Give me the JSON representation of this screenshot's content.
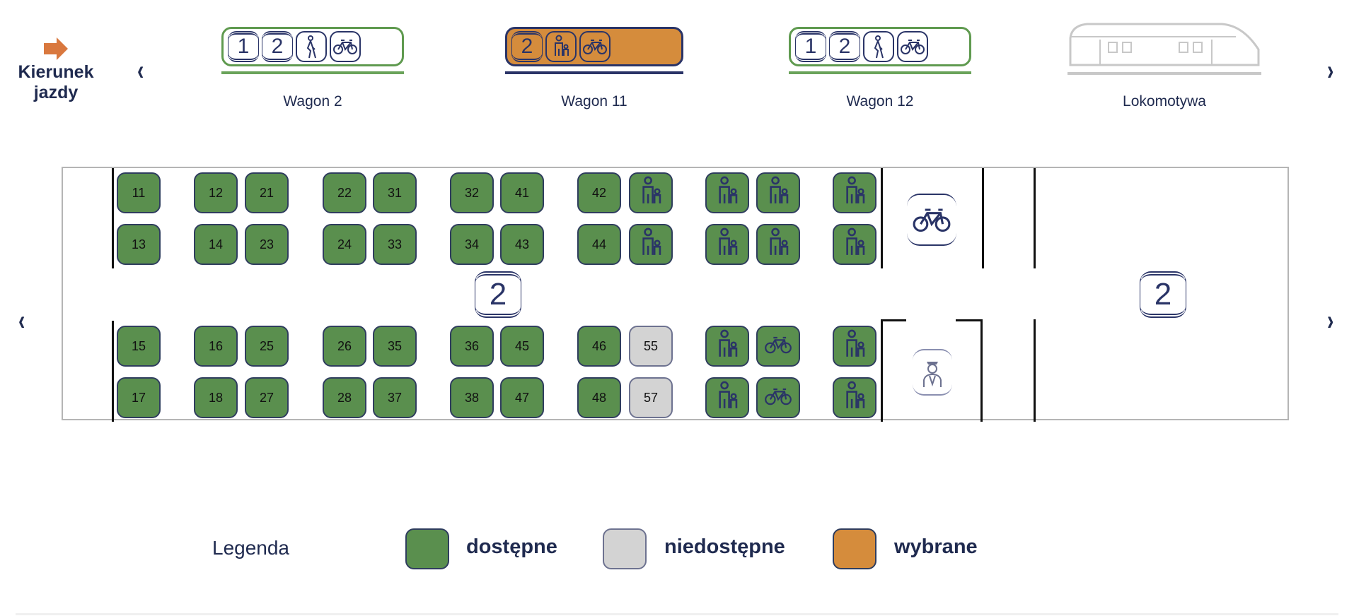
{
  "header": {
    "direction_label": "Kierunek jazdy",
    "prev_label": "‹",
    "next_label": "›",
    "wagons": [
      {
        "label": "Wagon 2",
        "selected": false,
        "icons": [
          "class-1",
          "class-2",
          "disabled-person",
          "bike"
        ]
      },
      {
        "label": "Wagon 11",
        "selected": true,
        "icons": [
          "class-2",
          "family",
          "bike"
        ]
      },
      {
        "label": "Wagon 12",
        "selected": false,
        "icons": [
          "class-1",
          "class-2",
          "disabled-person",
          "bike"
        ]
      },
      {
        "label": "Lokomotywa",
        "selected": false,
        "icons": [
          "locomotive"
        ]
      }
    ]
  },
  "car": {
    "class_label": "2",
    "prev_label": "‹",
    "next_label": "›",
    "columns": [
      [
        {
          "n": "11",
          "s": "available"
        },
        {
          "n": "13",
          "s": "available"
        },
        {
          "n": "15",
          "s": "available"
        },
        {
          "n": "17",
          "s": "available"
        }
      ],
      [
        {
          "n": "12",
          "s": "available"
        },
        {
          "n": "14",
          "s": "available"
        },
        {
          "n": "16",
          "s": "available"
        },
        {
          "n": "18",
          "s": "available"
        }
      ],
      [
        {
          "n": "21",
          "s": "available"
        },
        {
          "n": "23",
          "s": "available"
        },
        {
          "n": "25",
          "s": "available"
        },
        {
          "n": "27",
          "s": "available"
        }
      ],
      [
        {
          "n": "22",
          "s": "available"
        },
        {
          "n": "24",
          "s": "available"
        },
        {
          "n": "26",
          "s": "available"
        },
        {
          "n": "28",
          "s": "available"
        }
      ],
      [
        {
          "n": "31",
          "s": "available"
        },
        {
          "n": "33",
          "s": "available"
        },
        {
          "n": "35",
          "s": "available"
        },
        {
          "n": "37",
          "s": "available"
        }
      ],
      [
        {
          "n": "32",
          "s": "available"
        },
        {
          "n": "34",
          "s": "available"
        },
        {
          "n": "36",
          "s": "available"
        },
        {
          "n": "38",
          "s": "available"
        }
      ],
      [
        {
          "n": "41",
          "s": "available"
        },
        {
          "n": "43",
          "s": "available"
        },
        {
          "n": "45",
          "s": "available"
        },
        {
          "n": "47",
          "s": "available"
        }
      ],
      [
        {
          "n": "42",
          "s": "available"
        },
        {
          "n": "44",
          "s": "available"
        },
        {
          "n": "46",
          "s": "available"
        },
        {
          "n": "48",
          "s": "available"
        }
      ],
      [
        {
          "icon": "family",
          "s": "available"
        },
        {
          "icon": "family",
          "s": "available"
        },
        {
          "n": "55",
          "s": "unavailable"
        },
        {
          "n": "57",
          "s": "unavailable"
        }
      ],
      [
        {
          "icon": "family",
          "s": "available"
        },
        {
          "icon": "family",
          "s": "available"
        },
        {
          "icon": "family",
          "s": "available"
        },
        {
          "icon": "family",
          "s": "available"
        }
      ],
      [
        {
          "icon": "family",
          "s": "available"
        },
        {
          "icon": "family",
          "s": "available"
        },
        {
          "icon": "bike",
          "s": "available"
        },
        {
          "icon": "bike",
          "s": "available"
        }
      ],
      [
        {
          "icon": "family",
          "s": "available"
        },
        {
          "icon": "family",
          "s": "available"
        },
        {
          "icon": "family",
          "s": "available"
        },
        {
          "icon": "family",
          "s": "available"
        }
      ]
    ],
    "areas": [
      "bike-area-icon",
      "conductor-icon"
    ]
  },
  "legend": {
    "title": "Legenda",
    "available": "dostępne",
    "unavailable": "niedostępne",
    "selected": "wybrane"
  },
  "colors": {
    "available": "#5a8f4e",
    "unavailable": "#d3d3d3",
    "selected": "#d58c3c",
    "navy": "#2a3467"
  }
}
